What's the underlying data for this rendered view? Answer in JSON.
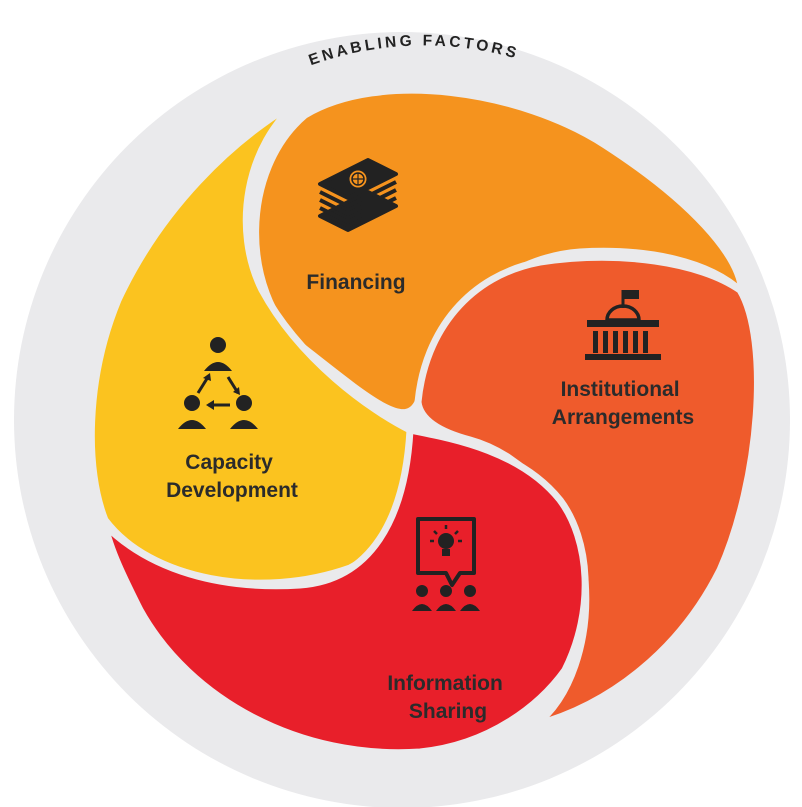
{
  "title": "ENABLING FACTORS",
  "segments": [
    {
      "id": "financing",
      "label_lines": [
        "Financing"
      ],
      "icon": "money-stack-icon",
      "color": "#F5931E"
    },
    {
      "id": "institutional",
      "label_lines": [
        "Institutional",
        "Arrangements"
      ],
      "icon": "government-building-icon",
      "color": "#EF5B2C"
    },
    {
      "id": "information",
      "label_lines": [
        "Information",
        "Sharing"
      ],
      "icon": "presentation-idea-icon",
      "color": "#E81F2A"
    },
    {
      "id": "capacity",
      "label_lines": [
        "Capacity",
        "Development"
      ],
      "icon": "people-network-icon",
      "color": "#FBC31F"
    }
  ],
  "colors": {
    "outer_ring": "#EAEAEC",
    "gap": "#EAEAEC",
    "text": "#2B2B2B"
  }
}
